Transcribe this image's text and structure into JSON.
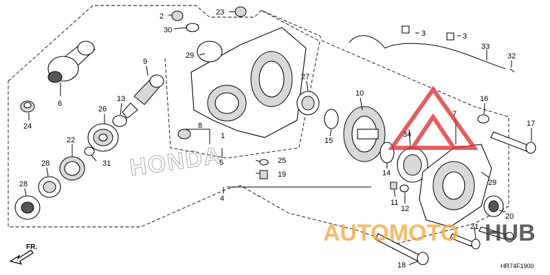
{
  "diagram_code": "HR74F1900",
  "direction_label": "FR.",
  "brand_outline_text": "HONDA",
  "watermark": {
    "text_a": "AUTOMOTO",
    "text_b": "HUB",
    "orange": "#f2a33a",
    "dark": "#2b2b2b",
    "red": "#e0262a"
  },
  "labels": [
    {
      "id": "l2",
      "text": "2"
    },
    {
      "id": "l30",
      "text": "30"
    },
    {
      "id": "l23",
      "text": "23"
    },
    {
      "id": "l3a",
      "text": "3"
    },
    {
      "id": "l3b",
      "text": "3"
    },
    {
      "id": "l33",
      "text": "33"
    },
    {
      "id": "l32",
      "text": "32"
    },
    {
      "id": "l29a",
      "text": "29"
    },
    {
      "id": "l9",
      "text": "9"
    },
    {
      "id": "l6",
      "text": "6"
    },
    {
      "id": "l24",
      "text": "24"
    },
    {
      "id": "l13",
      "text": "13"
    },
    {
      "id": "l26",
      "text": "26"
    },
    {
      "id": "l27",
      "text": "27"
    },
    {
      "id": "l10",
      "text": "10"
    },
    {
      "id": "l16",
      "text": "16"
    },
    {
      "id": "l17",
      "text": "17"
    },
    {
      "id": "l7",
      "text": "7"
    },
    {
      "id": "l8",
      "text": "8"
    },
    {
      "id": "l1",
      "text": "1"
    },
    {
      "id": "l22",
      "text": "22"
    },
    {
      "id": "l31",
      "text": "31"
    },
    {
      "id": "l28a",
      "text": "28"
    },
    {
      "id": "l28b",
      "text": "28"
    },
    {
      "id": "l5",
      "text": "5"
    },
    {
      "id": "l25",
      "text": "25"
    },
    {
      "id": "l19",
      "text": "19"
    },
    {
      "id": "l15",
      "text": "15"
    },
    {
      "id": "l34",
      "text": "34"
    },
    {
      "id": "l14",
      "text": "14"
    },
    {
      "id": "l29b",
      "text": "29"
    },
    {
      "id": "l11",
      "text": "11"
    },
    {
      "id": "l12",
      "text": "12"
    },
    {
      "id": "l4",
      "text": "4"
    },
    {
      "id": "l20",
      "text": "20"
    },
    {
      "id": "l21",
      "text": "21"
    },
    {
      "id": "l18",
      "text": "18"
    }
  ]
}
